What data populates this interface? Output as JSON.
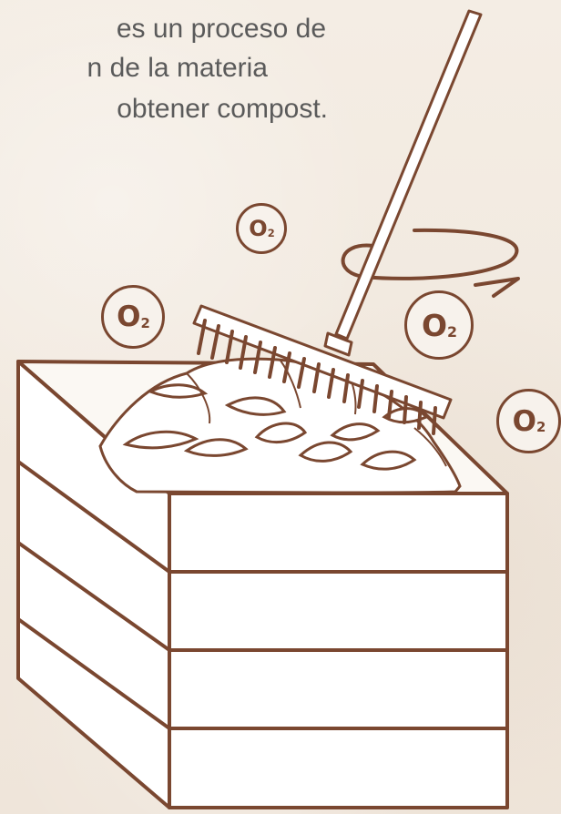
{
  "caption": {
    "lines": [
      "es un proceso de",
      "n de la materia",
      "obtener compost.",
      ""
    ]
  },
  "oxygen_badges": [
    {
      "label": "O",
      "subscript": "2"
    },
    {
      "label": "O",
      "subscript": "2"
    },
    {
      "label": "O",
      "subscript": "2"
    },
    {
      "label": "O",
      "subscript": "2"
    }
  ],
  "colors": {
    "outline": "#7a4730",
    "text": "#5a5a5a",
    "background": "#f3ebe1",
    "fill": "#ffffff"
  },
  "icons": {
    "tool": "rake-icon",
    "rotation": "rotation-arrow-icon",
    "container": "compost-bin-icon"
  }
}
